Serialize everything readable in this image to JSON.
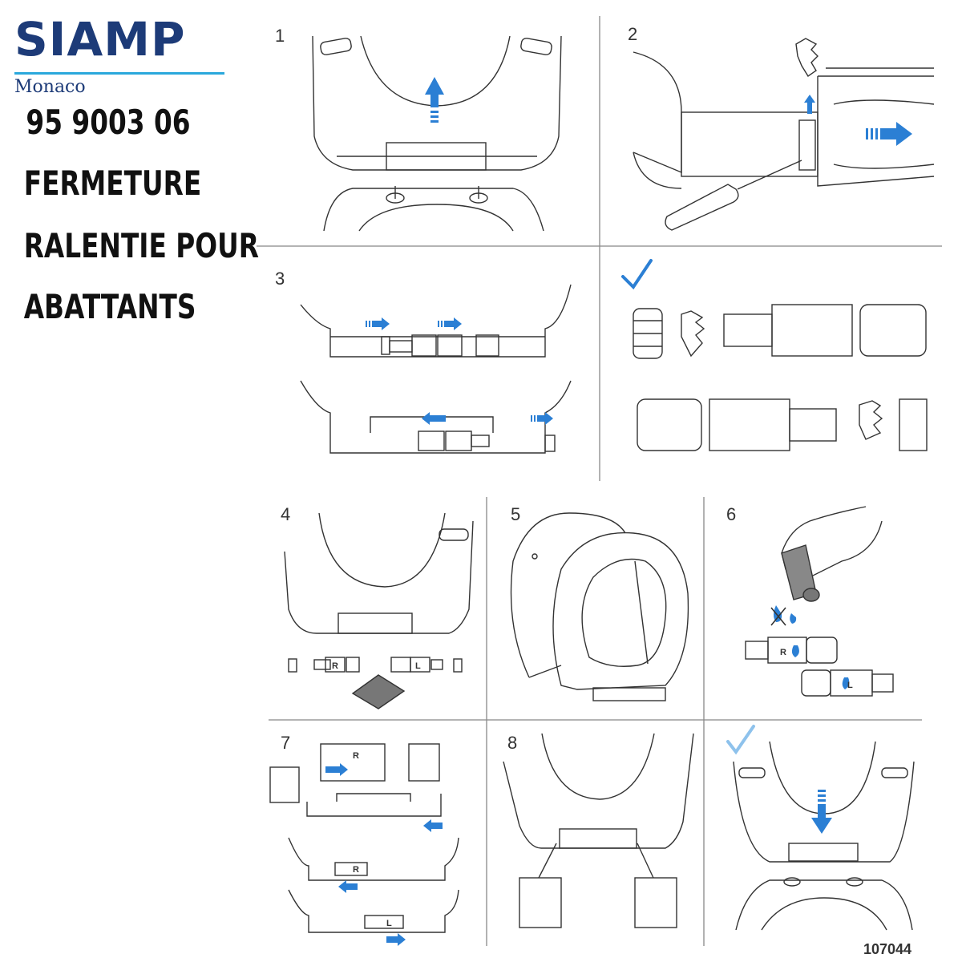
{
  "brand": {
    "name": "SIAMP",
    "location": "Monaco",
    "accent": "#2aa8dc",
    "primary": "#1d3b78"
  },
  "title": {
    "line1": "95 9003 06",
    "line2": "FERMETURE",
    "line3": "RALENTIE POUR",
    "line4": "ABATTANTS"
  },
  "steps": {
    "s1": "1",
    "s2": "2",
    "s3": "3",
    "s4": "4",
    "s5": "5",
    "s6": "6",
    "s7": "7",
    "s8": "8"
  },
  "part_labels": {
    "right": "R",
    "left": "L"
  },
  "doc_number": "107044",
  "icons": [
    "arrow-up-icon",
    "arrow-right-icon",
    "arrow-left-icon",
    "arrow-down-icon",
    "checkmark-icon",
    "screwdriver-icon",
    "hand-icon",
    "drop-icon"
  ]
}
